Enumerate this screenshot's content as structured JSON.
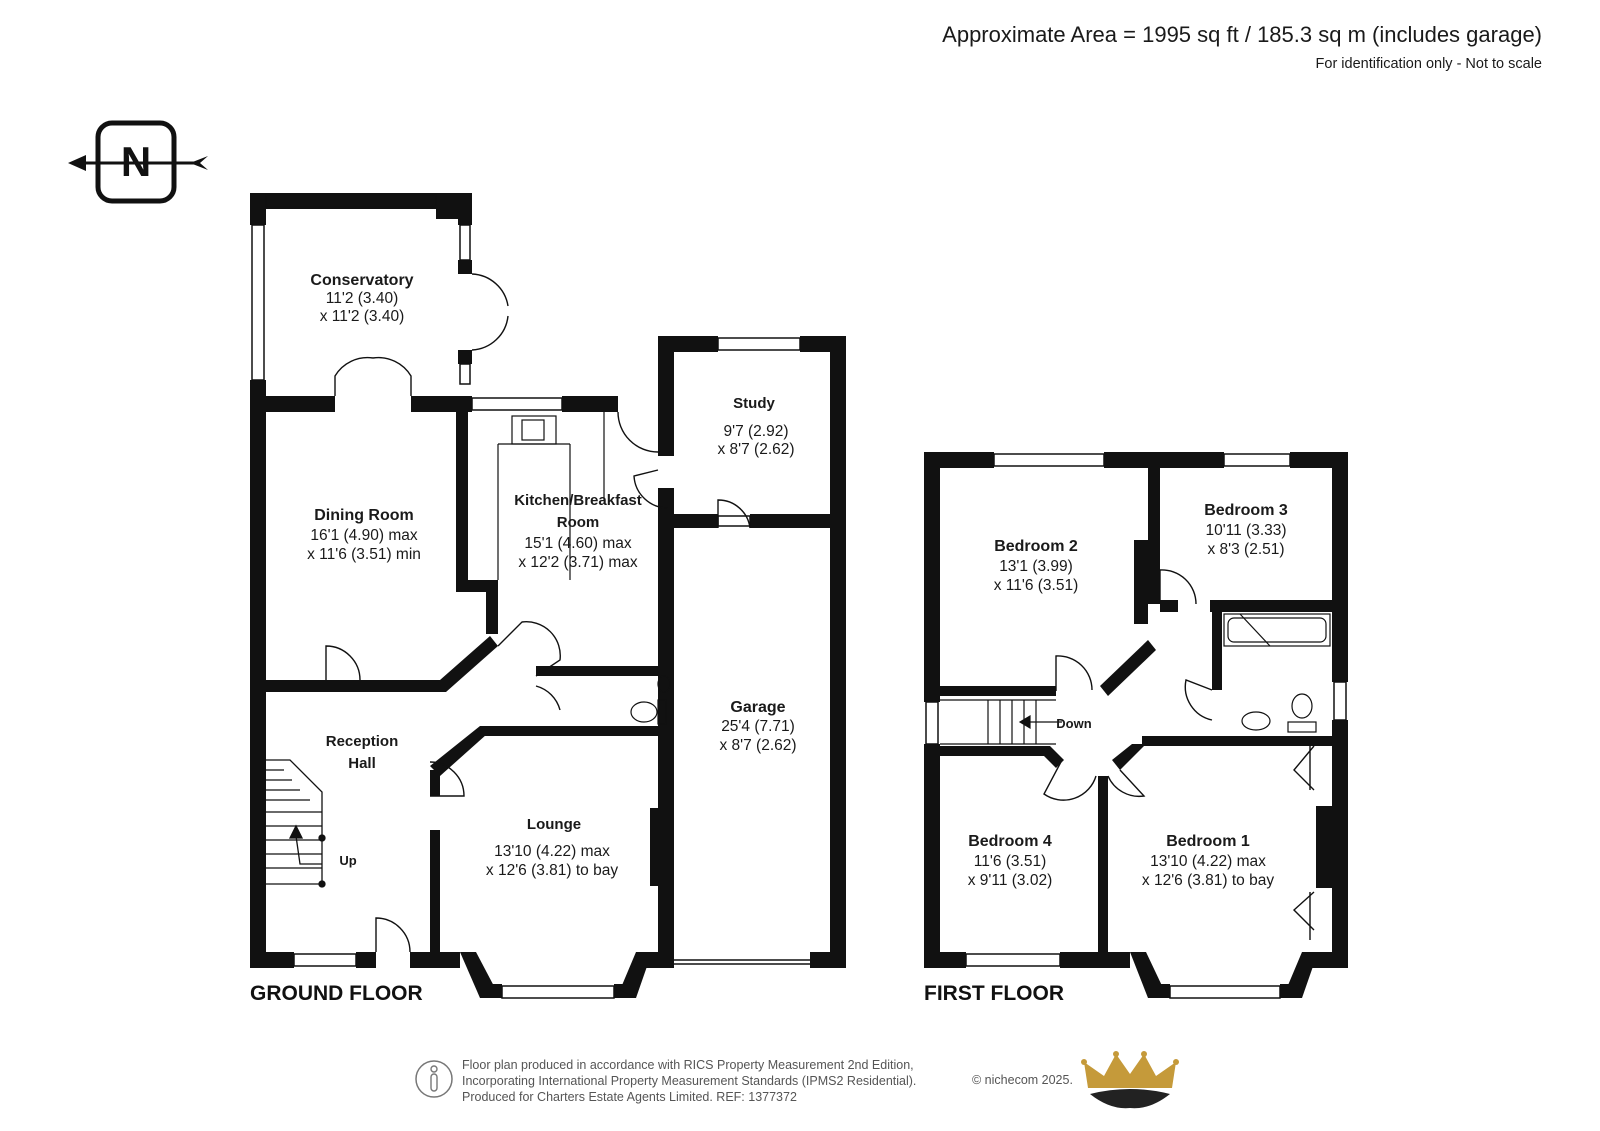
{
  "header": {
    "area": "Approximate Area = 1995 sq ft / 185.3 sq m (includes garage)",
    "note": "For identification only - Not to scale"
  },
  "compass": {
    "letter": "N",
    "icon": "north-arrow-icon"
  },
  "floors": {
    "ground": "GROUND FLOOR",
    "first": "FIRST FLOOR"
  },
  "rooms": {
    "conservatory": {
      "name": "Conservatory",
      "dim1": "11'2 (3.40)",
      "dim2": "x 11'2 (3.40)"
    },
    "dining": {
      "name": "Dining Room",
      "dim1": "16'1 (4.90) max",
      "dim2": "x 11'6 (3.51) min"
    },
    "kitchen": {
      "name1": "Kitchen/Breakfast",
      "name2": "Room",
      "dim1": "15'1 (4.60) max",
      "dim2": "x 12'2 (3.71) max"
    },
    "study": {
      "name": "Study",
      "dim1": "9'7 (2.92)",
      "dim2": "x 8'7 (2.62)"
    },
    "garage": {
      "name": "Garage",
      "dim1": "25'4 (7.71)",
      "dim2": "x 8'7 (2.62)"
    },
    "reception": {
      "name1": "Reception",
      "name2": "Hall",
      "stairs": "Up"
    },
    "lounge": {
      "name": "Lounge",
      "dim1": "13'10 (4.22) max",
      "dim2": "x 12'6 (3.81) to bay"
    },
    "bedroom2": {
      "name": "Bedroom 2",
      "dim1": "13'1 (3.99)",
      "dim2": "x 11'6 (3.51)"
    },
    "bedroom3": {
      "name": "Bedroom 3",
      "dim1": "10'11 (3.33)",
      "dim2": "x 8'3 (2.51)"
    },
    "bedroom4": {
      "name": "Bedroom 4",
      "dim1": "11'6 (3.51)",
      "dim2": "x 9'11 (3.02)"
    },
    "bedroom1": {
      "name": "Bedroom 1",
      "dim1": "13'10 (4.22) max",
      "dim2": "x 12'6 (3.81) to bay"
    },
    "landing": {
      "stairs": "Down"
    }
  },
  "footer": {
    "line1": "Floor plan produced in accordance with RICS Property Measurement 2nd Edition,",
    "line2": "Incorporating International Property Measurement Standards (IPMS2 Residential).",
    "line3": "Produced for Charters Estate Agents Limited.   REF: 1377372",
    "copyright": "© nichecom 2025.",
    "logo_icon": "crown-logo-icon",
    "person_icon": "person-icon"
  },
  "colors": {
    "wall": "#111111",
    "window": "#ffffff",
    "text": "#1a1a1a",
    "logo_gold": "#c59a3a",
    "logo_dark": "#222222"
  }
}
